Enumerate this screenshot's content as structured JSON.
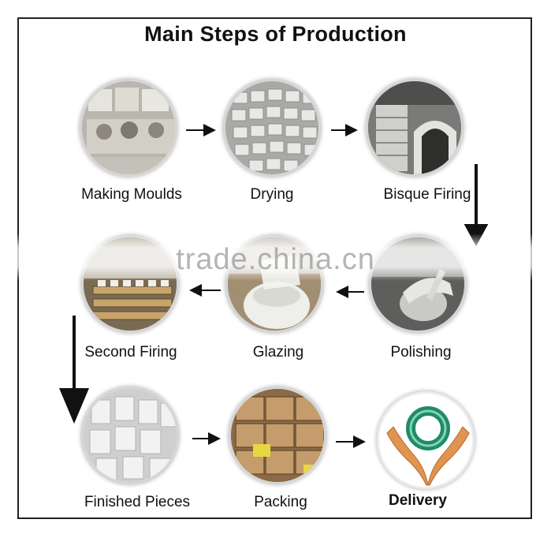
{
  "title": "Main Steps of Production",
  "watermark": "trade.china.cn",
  "steps": [
    {
      "label": "Making Moulds"
    },
    {
      "label": "Drying"
    },
    {
      "label": "Bisque Firing"
    },
    {
      "label": "Polishing"
    },
    {
      "label": "Glazing"
    },
    {
      "label": "Second Firing"
    },
    {
      "label": "Finished Pieces"
    },
    {
      "label": "Packing"
    },
    {
      "label": "Delivery"
    }
  ],
  "colors": {
    "frame": "#222222",
    "arrow": "#111111",
    "ring": "#1f8a6a"
  }
}
